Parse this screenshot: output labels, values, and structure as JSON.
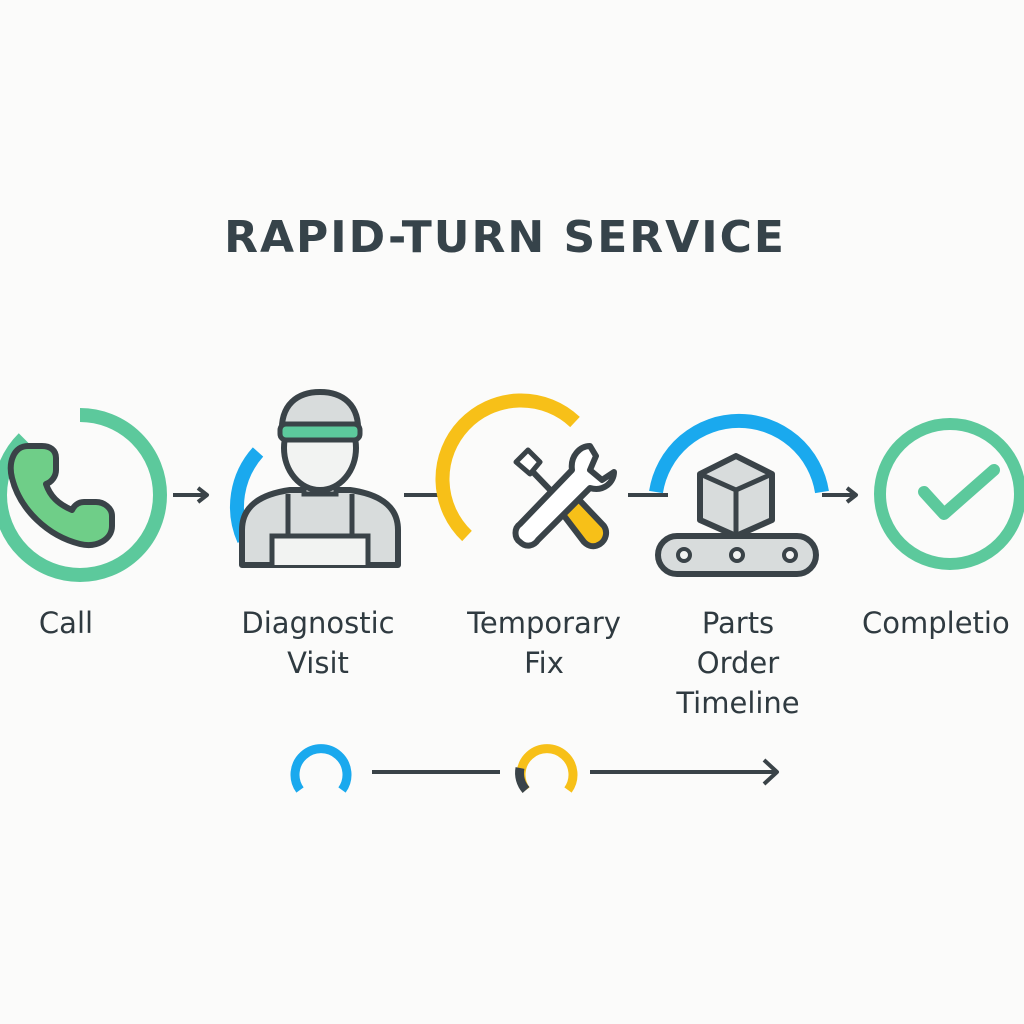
{
  "title": "RAPID-TURN SERVICE",
  "colors": {
    "green": "#5cc99c",
    "blue": "#1aa9ee",
    "yellow": "#f7c018",
    "outline": "#3a4348",
    "fill_gray": "#d8dcdc"
  },
  "steps": [
    {
      "id": "call",
      "icon": "phone-icon",
      "label_lines": [
        "Call"
      ]
    },
    {
      "id": "diagnostic-visit",
      "icon": "technician-icon",
      "label_lines": [
        "Diagnostic",
        "Visit"
      ]
    },
    {
      "id": "temporary-fix",
      "icon": "wrench-screwdriver-icon",
      "label_lines": [
        "Temporary",
        "Fix"
      ]
    },
    {
      "id": "parts-order-timeline",
      "icon": "conveyor-box-icon",
      "label_lines": [
        "Parts",
        "Order",
        "Timeline"
      ]
    },
    {
      "id": "completion",
      "icon": "checkmark-icon",
      "label_lines": [
        "Completio"
      ]
    }
  ]
}
